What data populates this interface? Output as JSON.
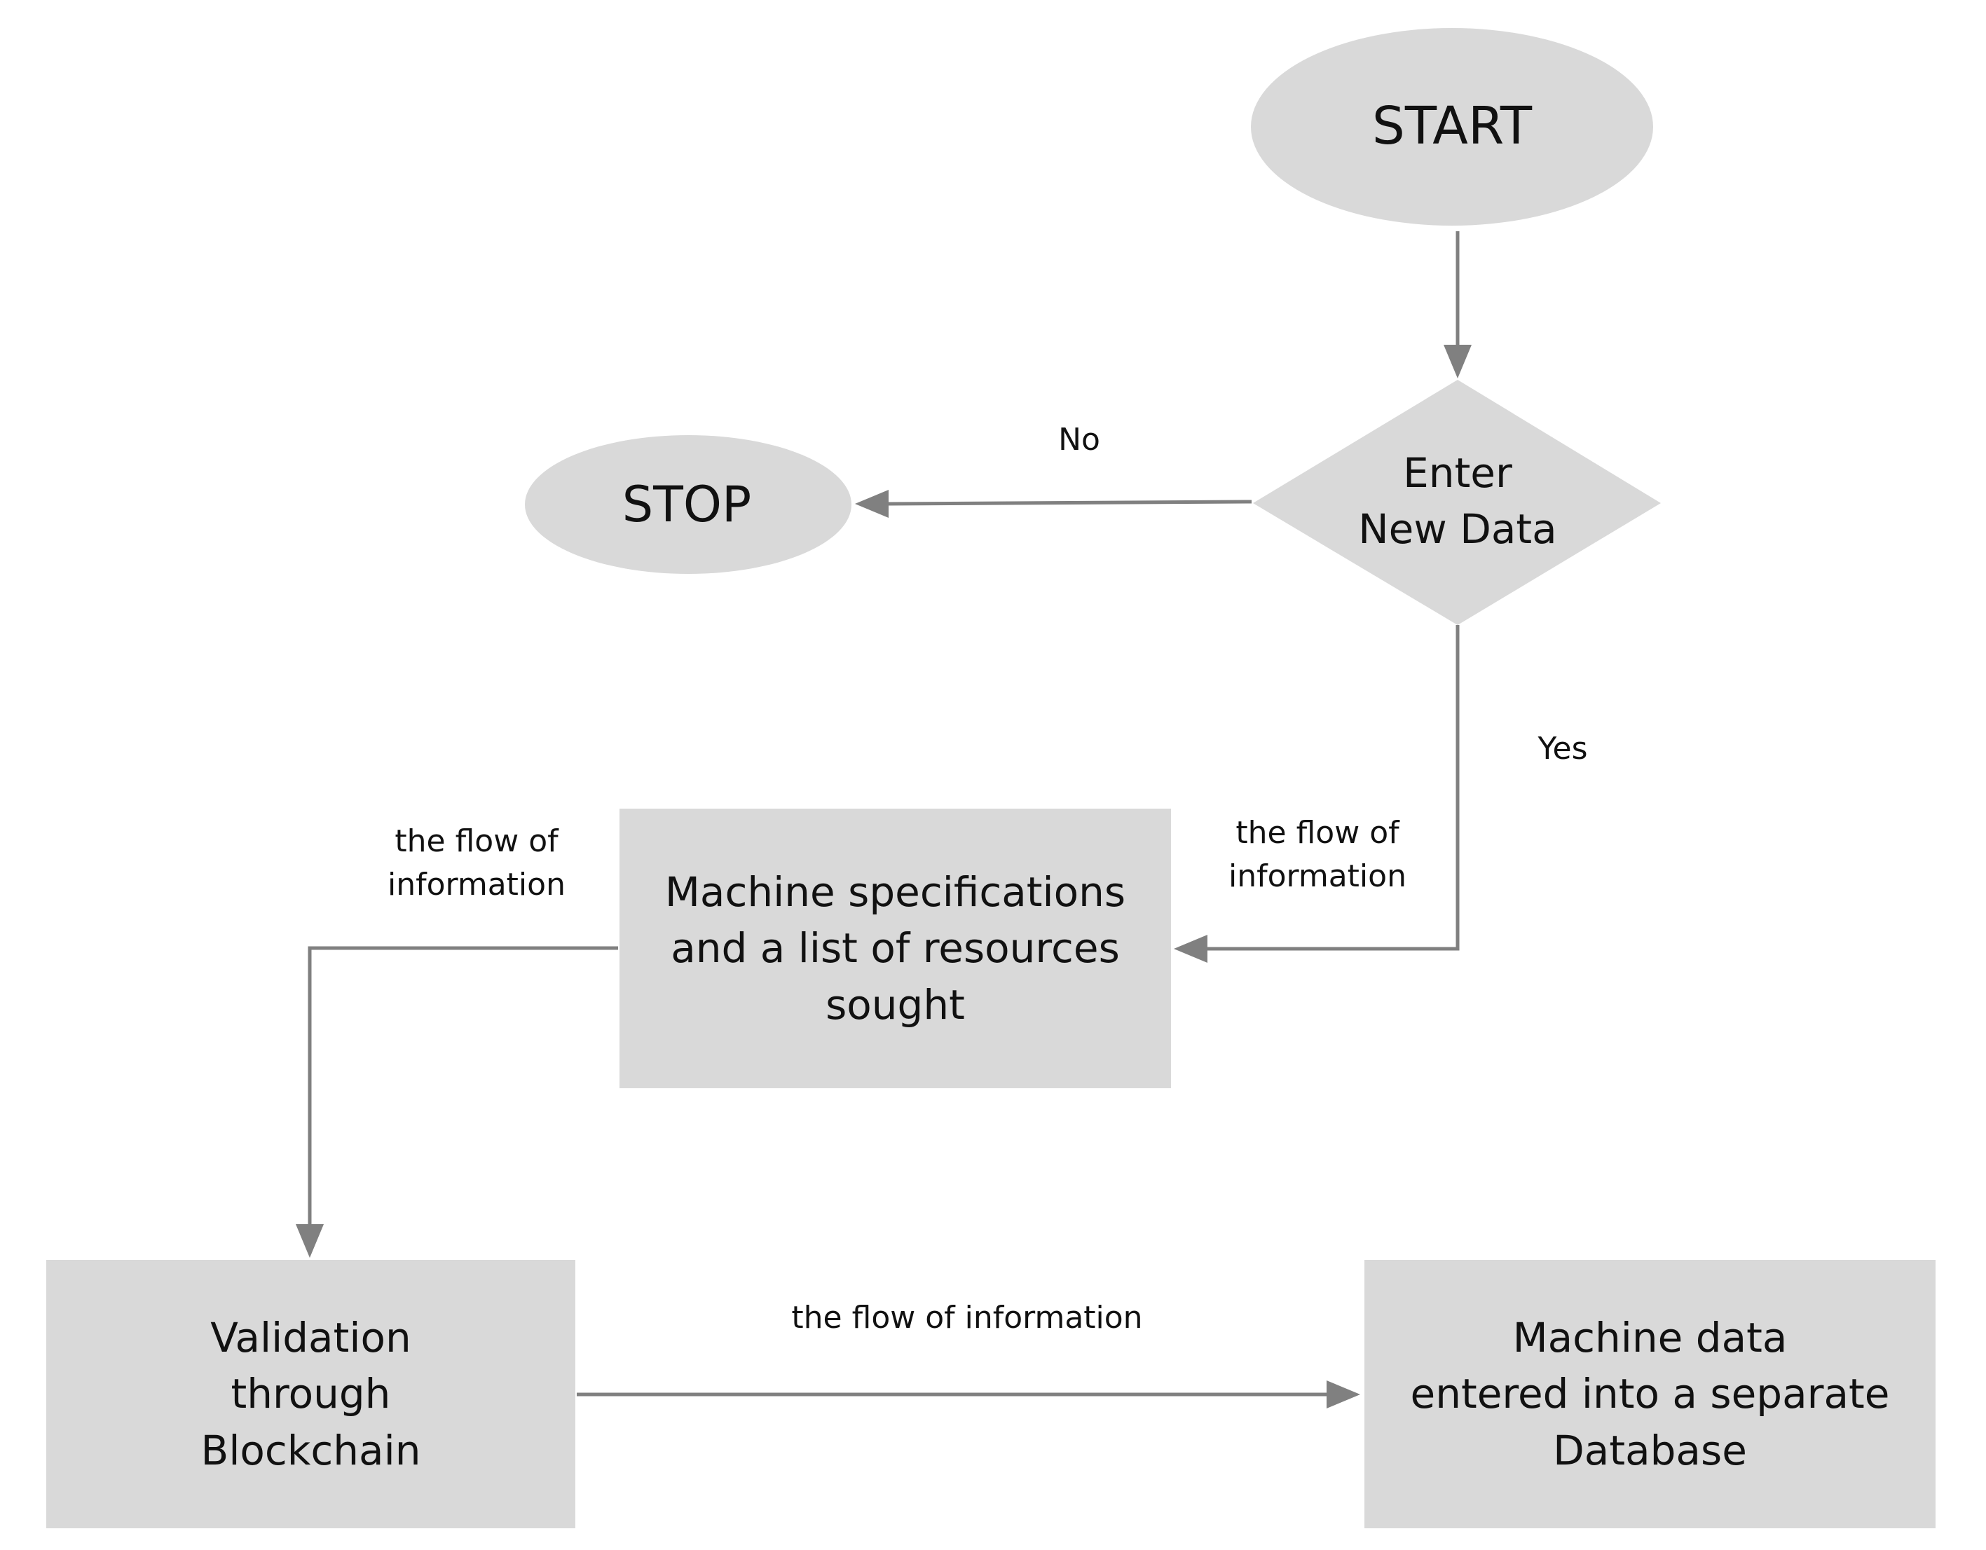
{
  "colors": {
    "shape_fill": "#d9d9d9",
    "connector": "#808080",
    "text": "#111111",
    "background": "#ffffff"
  },
  "nodes": {
    "start": "START",
    "decision": "Enter\nNew Data",
    "stop": "STOP",
    "specs": "Machine specifications\nand a list of resources\nsought",
    "validation": "Validation\nthrough\nBlockchain",
    "database": "Machine data\nentered into a separate\nDatabase"
  },
  "edges": {
    "no_label": "No",
    "yes_label": "Yes",
    "flow_to_specs": "the flow of\ninformation",
    "flow_to_validation": "the flow of\ninformation",
    "flow_to_database": "the flow of information"
  }
}
